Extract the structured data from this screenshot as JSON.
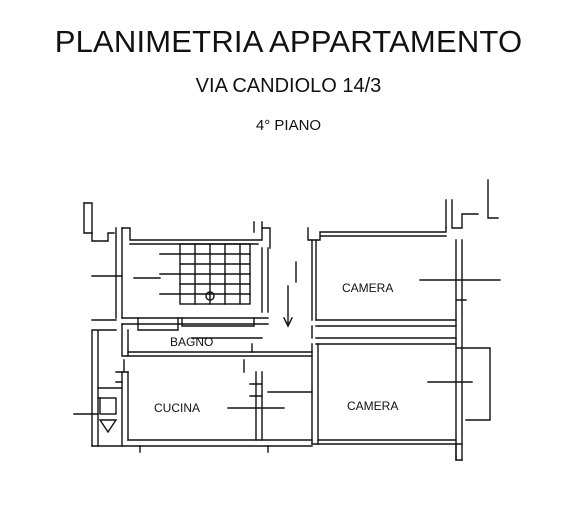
{
  "header": {
    "title": "PLANIMETRIA APPARTAMENTO",
    "address": "VIA CANDIOLO 14/3",
    "floor": "4° PIANO"
  },
  "rooms": [
    {
      "id": "camera-1",
      "label": "CAMERA"
    },
    {
      "id": "bagno",
      "label": "BAGNO"
    },
    {
      "id": "cucina",
      "label": "CUCINA"
    },
    {
      "id": "camera-2",
      "label": "CAMERA"
    }
  ],
  "colors": {
    "ink": "#111111",
    "background": "#ffffff"
  }
}
